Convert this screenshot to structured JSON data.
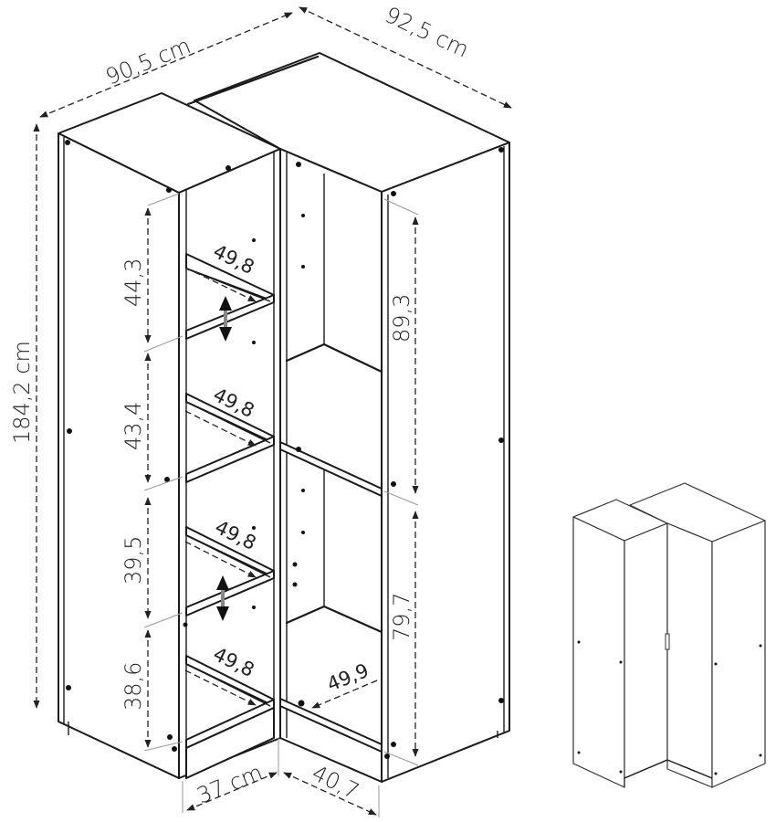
{
  "diagram": {
    "subject": "Corner wardrobe dimension drawing",
    "overall_dimensions": {
      "width_left": "90,5 cm",
      "width_right": "92,5 cm",
      "height": "184,2 cm",
      "depth_left": "37 cm",
      "depth_right": "40,7"
    },
    "left_compartment": {
      "shelf_spacings": [
        "44,3",
        "43,4",
        "39,5",
        "38,6"
      ],
      "shelf_widths": [
        "49,8",
        "49,8",
        "49,8",
        "49,8"
      ]
    },
    "right_compartment": {
      "heights": [
        "89,3",
        "79,7"
      ],
      "bottom_depth": "49,9"
    },
    "colors": {
      "line": "#1a1a1a",
      "background": "#ffffff",
      "extension_line": "#9a9a9a"
    }
  }
}
